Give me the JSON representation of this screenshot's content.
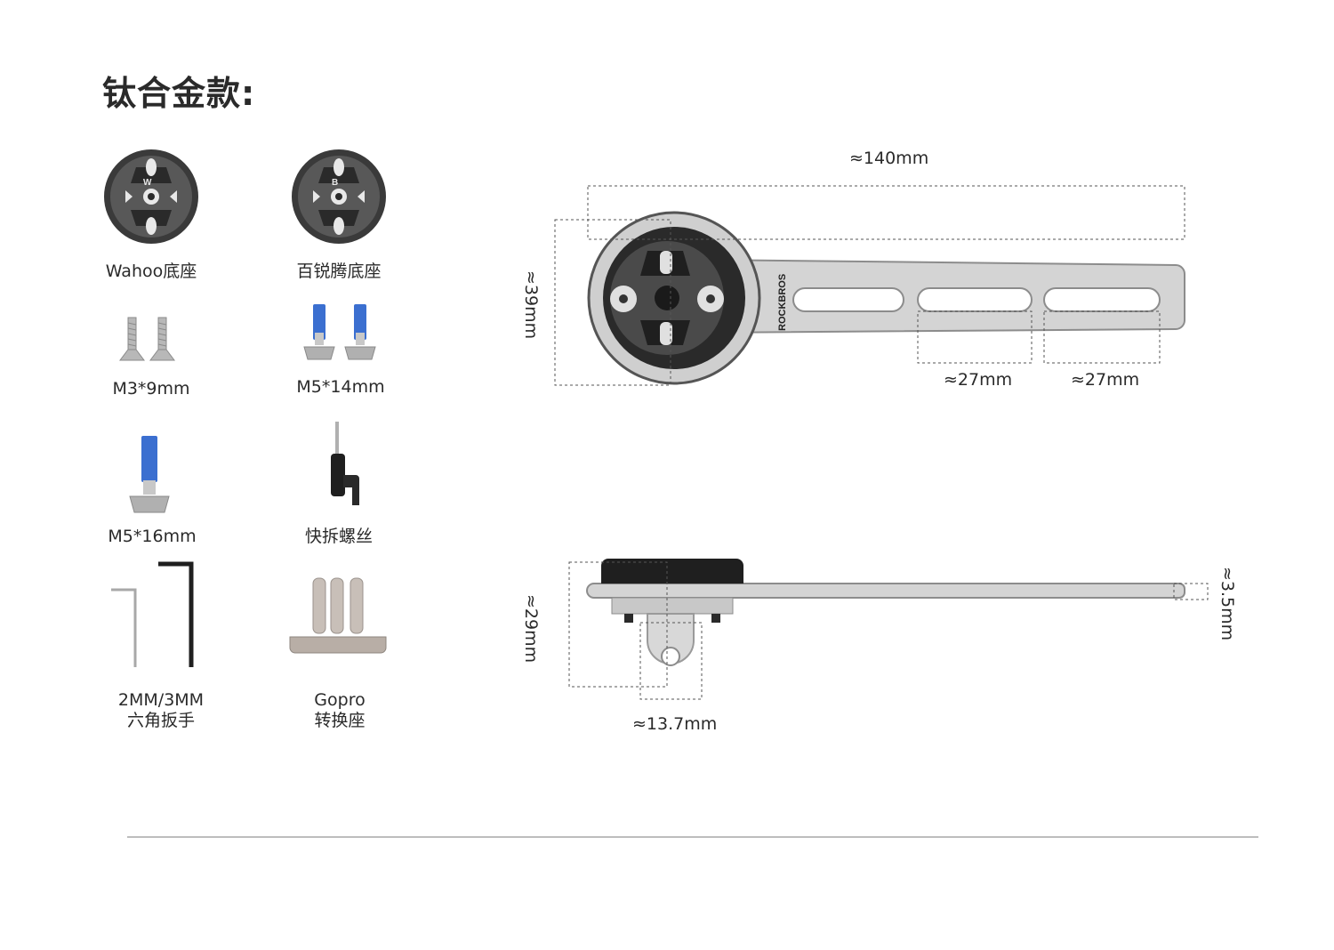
{
  "heading": "钛合金款:",
  "accessories": {
    "wahoo_base": "Wahoo底座",
    "bryton_base": "百锐腾底座",
    "screw_m3_9": "M3*9mm",
    "screw_m5_14": "M5*14mm",
    "screw_m5_16": "M5*16mm",
    "quick_release_screw": "快拆螺丝",
    "hex_wrench_line1": "2MM/3MM",
    "hex_wrench_line2": "六角扳手",
    "gopro_line1": "Gopro",
    "gopro_line2": "转换座"
  },
  "top_view": {
    "brand": "ROCKBROS",
    "length": "≈140mm",
    "height": "≈39mm",
    "slot1": "≈27mm",
    "slot2": "≈27mm",
    "badge_w": "W",
    "badge_b": "B"
  },
  "side_view": {
    "height": "≈29mm",
    "thickness": "≈3.5mm",
    "gopro_width": "≈13.7mm"
  },
  "colors": {
    "text": "#2a2a2a",
    "metal": "#c8c8c8",
    "dark": "#1f1f1f",
    "blue_thread": "#3b6fd0",
    "dash": "#555555"
  }
}
